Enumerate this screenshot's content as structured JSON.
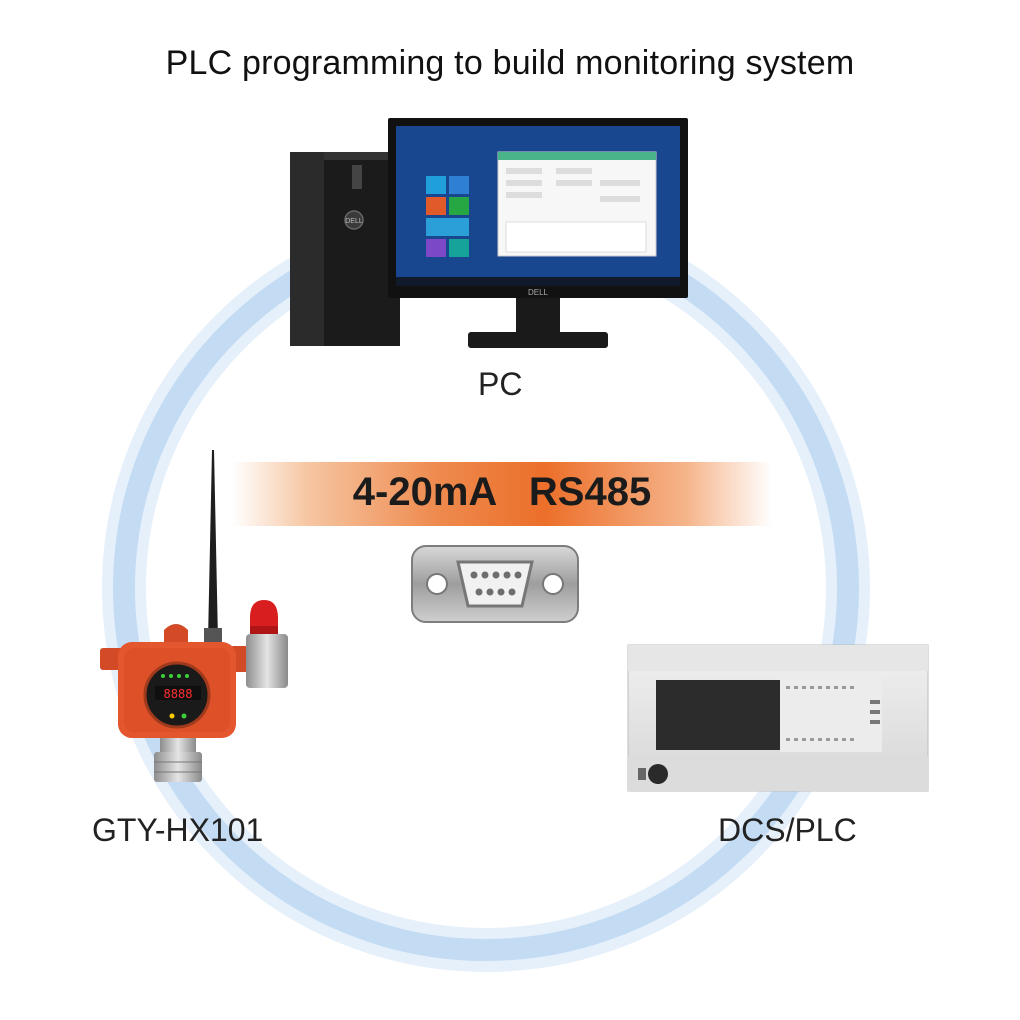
{
  "title": "PLC programming to build monitoring system",
  "banner": "4-20mA   RS485",
  "nodes": {
    "pc": {
      "label": "PC",
      "monitor_brand": "DELL"
    },
    "gas_detector": {
      "label": "GTY-HX101",
      "display_value": "8888"
    },
    "dcs_plc": {
      "label": "DCS/PLC"
    }
  },
  "colors": {
    "ring": "#bcd8f3",
    "banner_orange": "#ec6f2a",
    "detector_orange": "#e4572e",
    "screen_blue": "#1c4f9c"
  },
  "icons": [
    "db9-connector-icon",
    "antenna-icon",
    "alarm-beacon-icon"
  ]
}
